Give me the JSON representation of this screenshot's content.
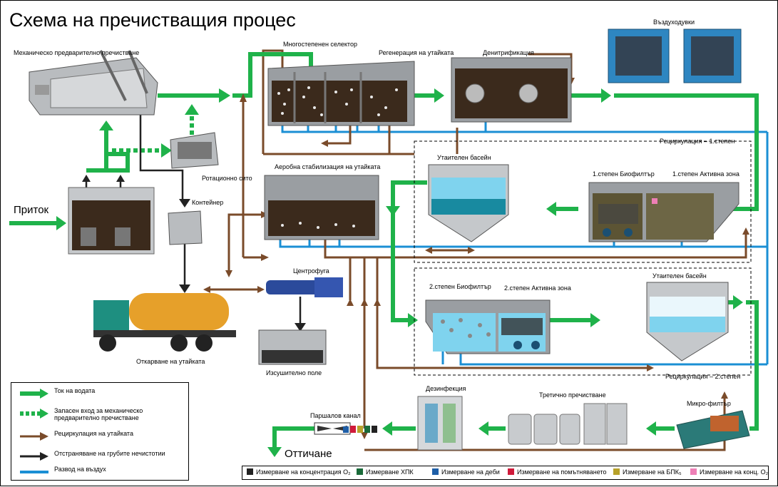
{
  "title": "Схема на пречистващия процес",
  "labels": {
    "mechanical": "Механическо предварително пречистване",
    "multistage": "Многостепенен селектор",
    "regeneration": "Регенерация на утайката",
    "denitrification": "Денитрификация",
    "blowers": "Въздуходувки",
    "recirc1": "Рециркулация – 1.степен",
    "rotary_screen": "Ротационно сито",
    "container": "Контейнер",
    "aerobic_stab": "Аеробна стабилизация на утайката",
    "thickener": "Утаителен басейн",
    "biofilter1": "1.степен Биофилтър",
    "active1": "1.степен Активна зона",
    "inflow": "Приток",
    "centrifuge": "Центрофуга",
    "biofilter2": "2.степен Биофилтър",
    "active2": "2.степен Активна зона",
    "settler2": "Утаителен басейн",
    "sludge_removal": "Откарване на утайката",
    "drying_field": "Изсушително поле",
    "recirc2": "Рециркулация – 2.степен",
    "disinfection": "Дезинфекция",
    "tertiary": "Третично пречистване",
    "microfilter": "Микро-филтър",
    "parshall": "Паршалов канал",
    "outflow": "Оттичане"
  },
  "legend": [
    {
      "kind": "water",
      "text": "Ток на водата"
    },
    {
      "kind": "reserve",
      "text": "Запасен вход за механическо предварително пречистване"
    },
    {
      "kind": "sludge",
      "text": "Рециркулация на утайката"
    },
    {
      "kind": "coarse",
      "text": "Отстраняване на грубите нечистотии"
    },
    {
      "kind": "air",
      "text": "Развод на въздух"
    }
  ],
  "measurements": [
    {
      "color": "#222222",
      "text": "Измерване на концентрация O₂"
    },
    {
      "color": "#1a6b3a",
      "text": "Измерване ХПК"
    },
    {
      "color": "#1f5fa8",
      "text": "Измерване на деби"
    },
    {
      "color": "#d01b3b",
      "text": "Измерване на помътняването"
    },
    {
      "color": "#b8a22a",
      "text": "Измерване на БПК₅"
    },
    {
      "color": "#ee7fb6",
      "text": "Измерване на конц. O₂"
    }
  ],
  "colors": {
    "water": "#1fb24a",
    "sludge": "#7a4b2a",
    "air": "#1b8fd4",
    "coarse": "#222222"
  }
}
